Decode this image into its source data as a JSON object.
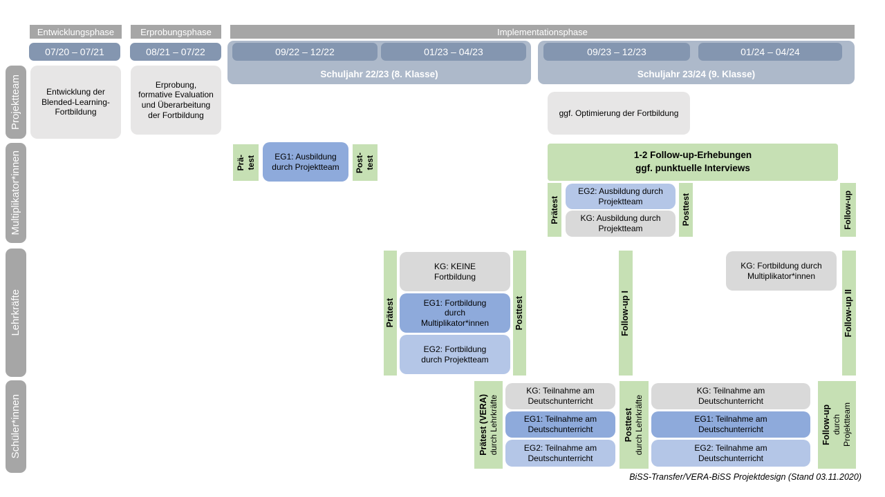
{
  "caption": "BiSS-Transfer/VERA-BiSS Projektdesign (Stand 03.11.2020)",
  "phases": {
    "entwicklung": "Entwicklungsphase",
    "erprobung": "Erprobungsphase",
    "implementation": "Implementationsphase"
  },
  "dates": {
    "d1": "07/20 – 07/21",
    "d2": "08/21 – 07/22",
    "d3": "09/22 – 12/22",
    "d4": "01/23 – 04/23",
    "d5": "09/23 – 12/23",
    "d6": "01/24 – 04/24"
  },
  "school_years": {
    "sy1": "Schuljahr 22/23 (8. Klasse)",
    "sy2": "Schuljahr 23/24 (9. Klasse)"
  },
  "row_labels": {
    "projektteam": "Projektteam",
    "multiplikatoren": "Multiplikator*innen",
    "lehrkraefte": "Lehrkräfte",
    "schueler": "Schüler*innen"
  },
  "projektteam": {
    "entwicklung": "Entwicklung der Blended-Learning-Fortbildung",
    "erprobung": "Erprobung, formative Evaluation und Überarbeitung der Fortbildung",
    "optimierung": "ggf. Optimierung der Fortbildung"
  },
  "multiplikatoren": {
    "praetest1_l1": "Prä-",
    "praetest1_l2": "test",
    "eg1": "EG1: Ausbildung durch Projektteam",
    "posttest1_l1": "Post-",
    "posttest1_l2": "test",
    "followup_header_l1": "1-2 Follow-up-Erhebungen",
    "followup_header_l2": "ggf. punktuelle Interviews",
    "praetest2": "Prätest",
    "eg2": "EG2: Ausbildung durch Projektteam",
    "kg": "KG: Ausbildung durch Projektteam",
    "posttest2": "Posttest",
    "followup": "Follow-up"
  },
  "lehrkraefte": {
    "praetest": "Prätest",
    "kg": "KG: KEINE Fortbildung",
    "eg1": "EG1: Fortbildung durch Multiplikator*innen",
    "eg2": "EG2: Fortbildung durch Projektteam",
    "posttest": "Posttest",
    "followup1": "Follow-up I",
    "kg2": "KG: Fortbildung durch Multiplikator*innen",
    "followup2": "Follow-up II"
  },
  "schueler": {
    "praetest_main": "Prätest (VERA)",
    "praetest_sub": "durch Lehrkräfte",
    "kg1": "KG: Teilnahme am Deutschunterricht",
    "eg1_1": "EG1: Teilnahme am Deutschunterricht",
    "eg2_1": "EG2: Teilnahme am Deutschunterricht",
    "posttest_main": "Posttest",
    "posttest_sub": "durch Lehrkräfte",
    "kg2": "KG: Teilnahme am Deutschunterricht",
    "eg1_2": "EG1: Teilnahme am Deutschunterricht",
    "eg2_2": "EG2: Teilnahme am Deutschunterricht",
    "followup_main": "Follow-up",
    "followup_sub1": "durch",
    "followup_sub2": "Projektteam"
  },
  "colors": {
    "phase_gray": "#a6a6a6",
    "date_blue": "#8496b0",
    "schoolyear_blue": "#adb9ca",
    "light_gray_box": "#e7e6e6",
    "kg_gray": "#d9d9d9",
    "eg1_blue": "#8eaadb",
    "eg2_blue": "#b4c6e7",
    "test_green": "#c6e0b4"
  }
}
